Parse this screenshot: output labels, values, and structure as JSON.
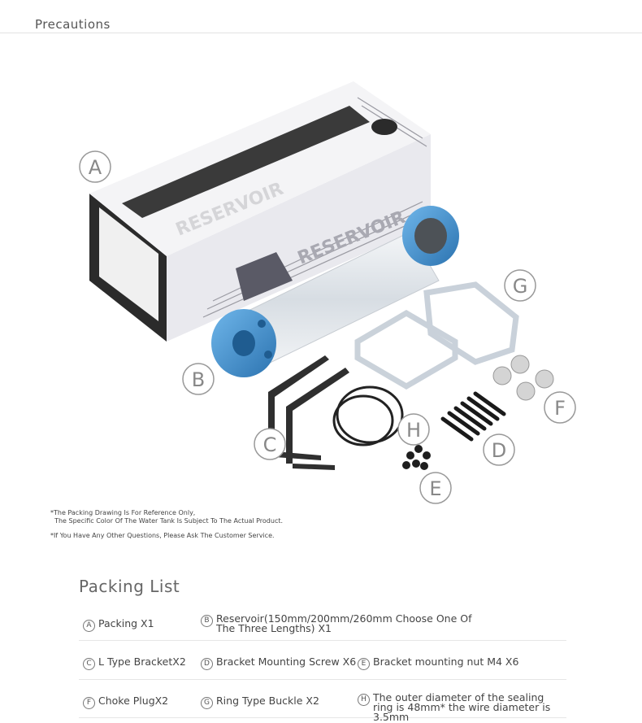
{
  "header": {
    "title": "Precautions"
  },
  "figure": {
    "callouts": [
      "A",
      "B",
      "C",
      "D",
      "E",
      "F",
      "G",
      "H"
    ],
    "box_texts": [
      "RESERVOIR",
      "RESERVOIR"
    ]
  },
  "notes": [
    "*The Packing Drawing Is For Reference Only,",
    "  The Specific Color Of The Water Tank Is Subject To The Actual Product.",
    "*If You Have Any Other Questions, Please Ask The Customer Service."
  ],
  "packing_list": {
    "title": "Packing List",
    "items": [
      {
        "letter": "A",
        "text": "Packing X1"
      },
      {
        "letter": "B",
        "text": "Reservoir(150mm/200mm/260mm Choose One Of The Three Lengths)  X1"
      },
      {
        "letter": "C",
        "text": "L Type BracketX2"
      },
      {
        "letter": "D",
        "text": "Bracket Mounting Screw X6"
      },
      {
        "letter": "E",
        "text": "Bracket mounting nut M4 X6"
      },
      {
        "letter": "F",
        "text": "Choke PlugX2"
      },
      {
        "letter": "G",
        "text": "Ring Type Buckle X2"
      },
      {
        "letter": "H",
        "text": "The outer diameter of the sealing ring is 48mm* the wire diameter is 3.5mm"
      }
    ]
  },
  "colors": {
    "reservoir_cap": "#3a8fd0",
    "box_dark": "#2b2b2b",
    "rule": "#e3e3e3"
  }
}
